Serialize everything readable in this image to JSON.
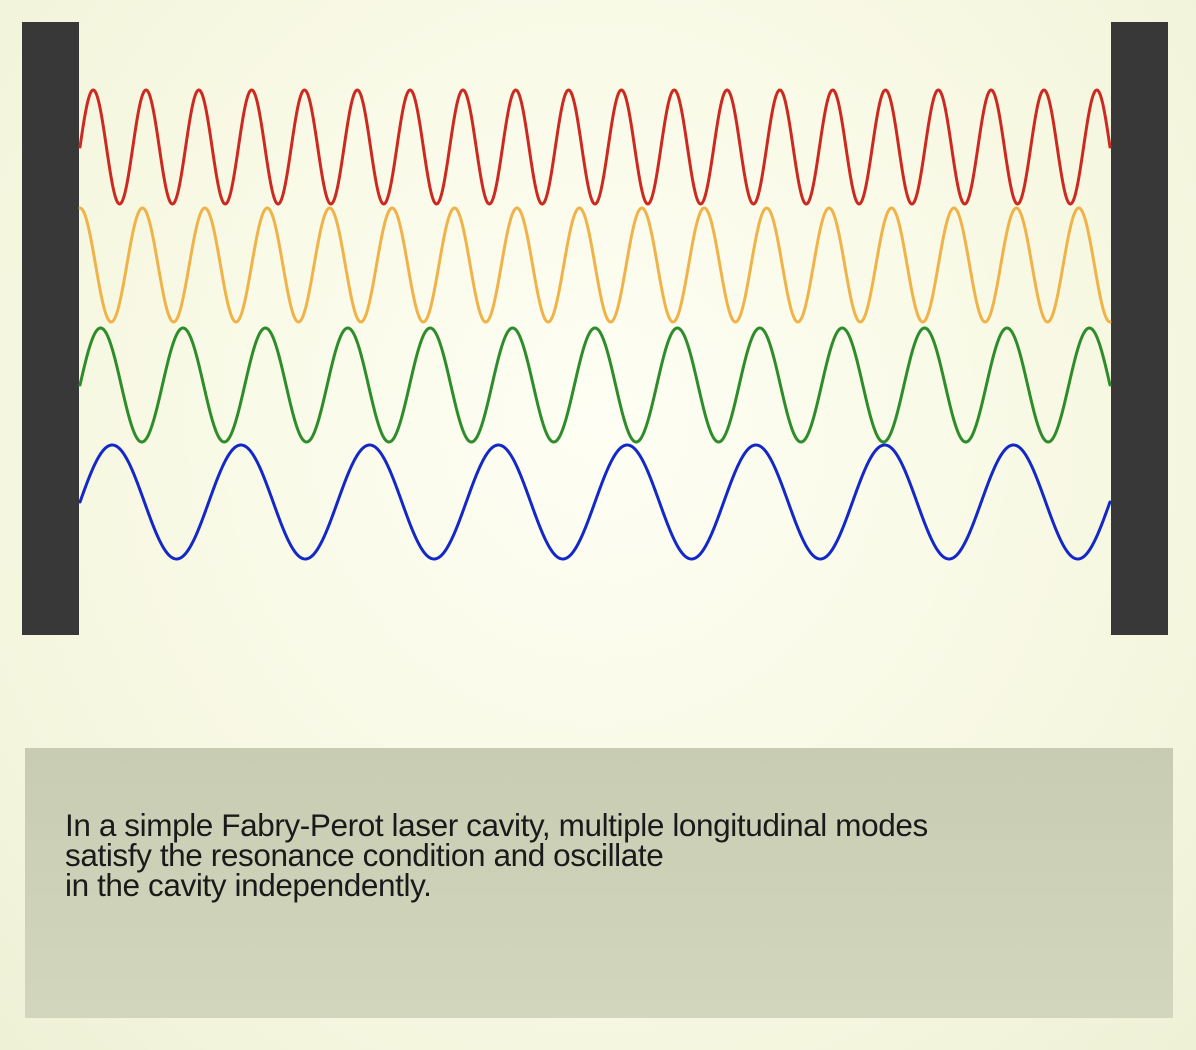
{
  "colors": {
    "mirror": "#383838",
    "caption_background": "#cdd1b7",
    "caption_text": "#1a1a1a"
  },
  "modes": [
    {
      "color": "#cc2a20",
      "half_wavelengths": 39,
      "phase": "sin"
    },
    {
      "color": "#f0b34a",
      "half_wavelengths": 33,
      "phase": "cos"
    },
    {
      "color": "#2e8c2a",
      "half_wavelengths": 25,
      "phase": "sin"
    },
    {
      "color": "#1428c8",
      "half_wavelengths": 16,
      "phase": "sin"
    }
  ],
  "caption": {
    "lines": [
      "In a simple Fabry-Perot laser cavity, multiple longitudinal modes",
      "satisfy the resonance condition and oscillate",
      "in the cavity independently."
    ]
  }
}
